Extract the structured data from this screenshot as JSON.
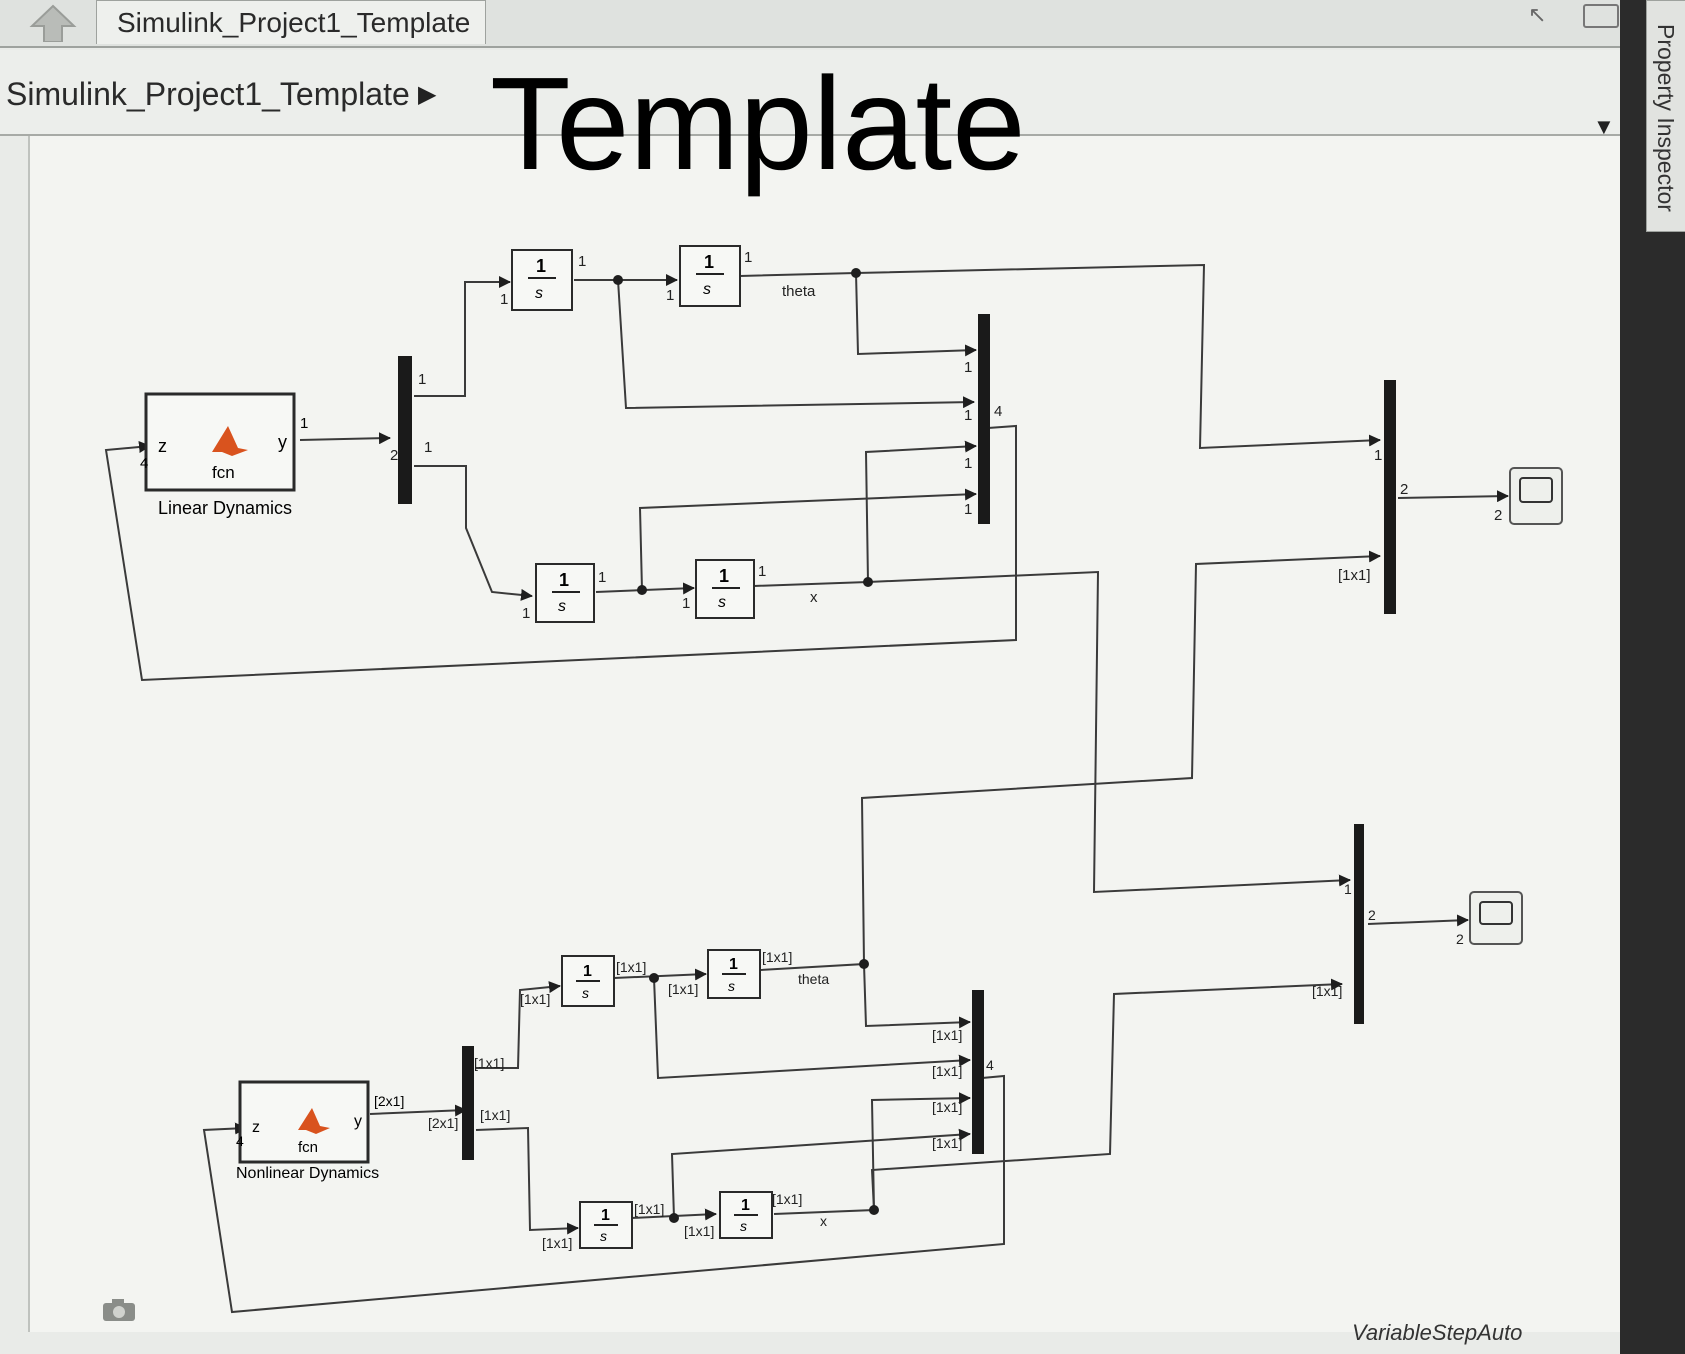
{
  "tab": {
    "title": "Simulink_Project1_Template"
  },
  "breadcrumb": {
    "model": "Simulink_Project1_Template"
  },
  "overlay": {
    "title": "Template"
  },
  "side_panel": {
    "label": "Property Inspector"
  },
  "status_bar": {
    "solver": "VariableStepAuto"
  },
  "blocks": {
    "linear_fcn": {
      "in_port": "z",
      "out_port": "y",
      "text": "fcn",
      "caption": "Linear Dynamics",
      "in_num": "4",
      "out_num": "1"
    },
    "nonlinear_fcn": {
      "in_port": "z",
      "out_port": "y",
      "text": "fcn",
      "caption": "Nonlinear Dynamics",
      "in_num": "4",
      "out_dim": "[2x1]"
    },
    "integrator": {
      "num": "1",
      "den": "s"
    }
  },
  "labels": {
    "one": "1",
    "two": "2",
    "four": "4",
    "theta": "theta",
    "x": "x",
    "dim": "[1x1]",
    "dim2": "[2x1]"
  },
  "colors": {
    "line": "#3a3a3a",
    "bus": "#1a1a1a",
    "block_bg": "#f7f8f5"
  }
}
